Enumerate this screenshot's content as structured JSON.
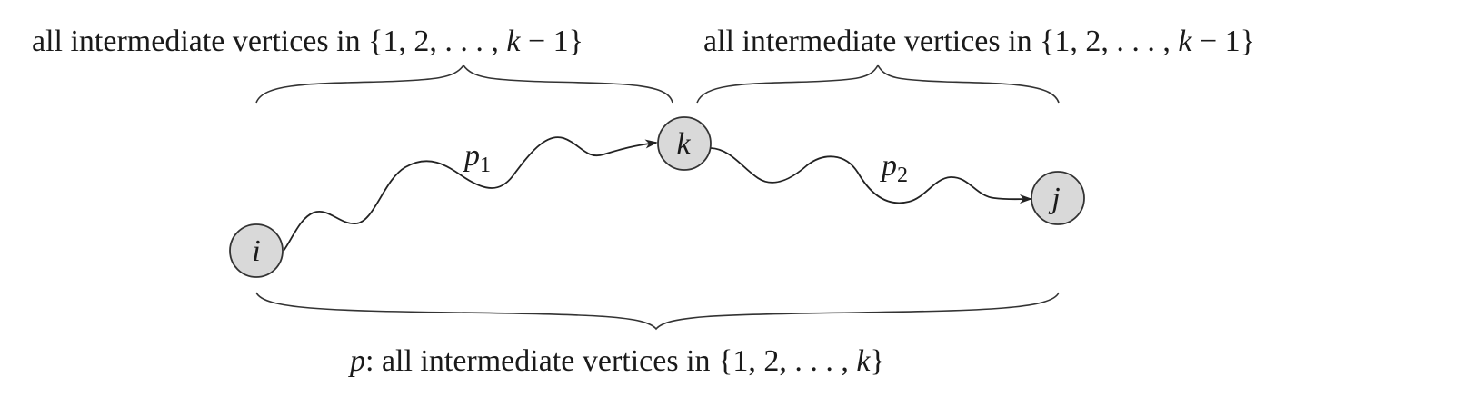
{
  "top_left_label": {
    "prefix": "all intermediate vertices in ",
    "set": "{1, 2, . . . , ",
    "k": "k",
    "suffix": " − 1}"
  },
  "top_right_label": {
    "prefix": "all intermediate vertices in ",
    "set": "{1, 2, . . . , ",
    "k": "k",
    "suffix": " − 1}"
  },
  "bottom_label": {
    "p": "p",
    "colon_text": ": all intermediate vertices in {1, 2, . . . , ",
    "k": "k",
    "suffix": "}"
  },
  "nodes": {
    "i": "i",
    "k": "k",
    "j": "j"
  },
  "paths": {
    "p1_letter": "p",
    "p1_sub": "1",
    "p2_letter": "p",
    "p2_sub": "2"
  },
  "colors": {
    "node_fill": "#d9d9d9",
    "stroke": "#222222"
  }
}
